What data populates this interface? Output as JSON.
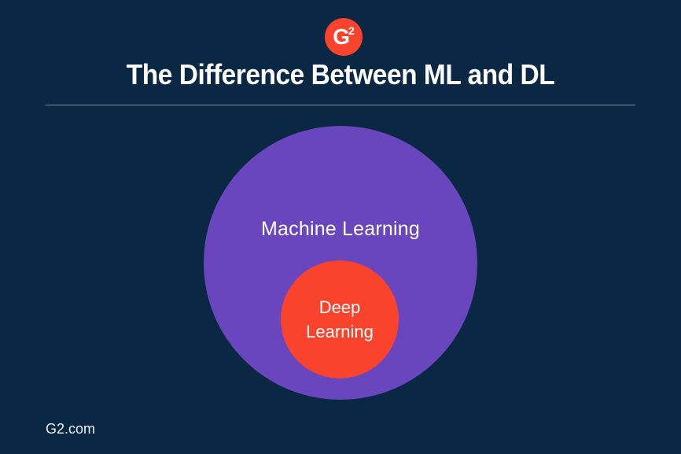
{
  "page": {
    "title": "The Difference Between ML and DL",
    "background_color": "#0a2844",
    "divider_color": "rgba(255,255,255,0.45)",
    "text_color": "#ffffff"
  },
  "logo": {
    "brand": "G2",
    "letter": "G",
    "superscript": "2",
    "circle_color": "#fa432c"
  },
  "diagram": {
    "type": "nested-circles",
    "outer_circle": {
      "label": "Machine Learning",
      "color": "#6946be"
    },
    "inner_circle": {
      "label_line1": "Deep",
      "label_line2": "Learning",
      "color": "#fa432c"
    }
  },
  "footer": {
    "site_label": "G2.com"
  }
}
